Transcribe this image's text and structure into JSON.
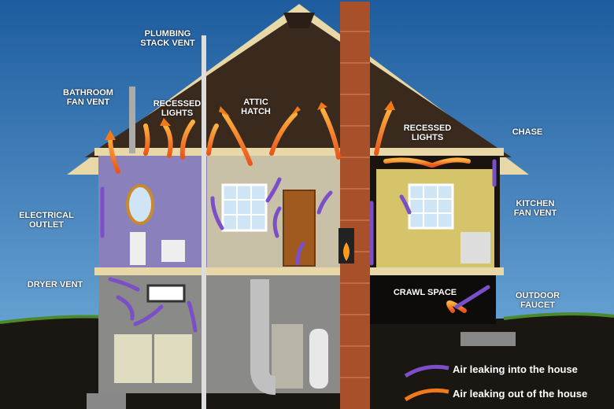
{
  "labels": {
    "plumbing_stack_vent": "PLUMBING\nSTACK VENT",
    "bathroom_fan_vent": "BATHROOM\nFAN VENT",
    "recessed_lights_left": "RECESSED\nLIGHTS",
    "attic_hatch": "ATTIC\nHATCH",
    "recessed_lights_right": "RECESSED\nLIGHTS",
    "chase": "CHASE",
    "kitchen_fan_vent": "KITCHEN\nFAN VENT",
    "electrical_outlet": "ELECTRICAL\nOUTLET",
    "dryer_vent": "DRYER VENT",
    "crawl_space": "CRAWL SPACE",
    "outdoor_faucet": "OUTDOOR\nFAUCET"
  },
  "legend": {
    "in": "Air leaking into the house",
    "out": "Air leaking out of the house"
  },
  "colors": {
    "air_in": "#7a4fc8",
    "air_out": "#f07a1a"
  }
}
